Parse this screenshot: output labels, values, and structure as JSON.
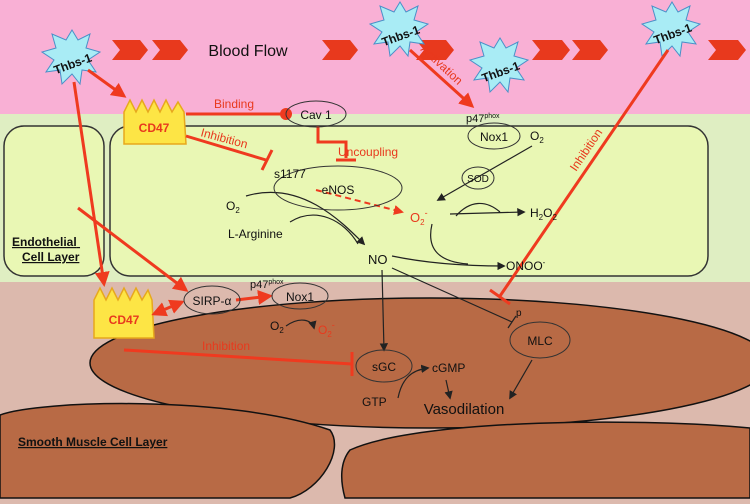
{
  "layers": {
    "endothelial": "Endothelial\nCell Layer",
    "smooth_muscle": "Smooth Muscle Cell Layer"
  },
  "blood_flow": "Blood Flow",
  "molecules": {
    "thbs1": "Thbs-1",
    "cd47": "CD47",
    "cav1": "Cav 1",
    "enos": "eNOS",
    "s1177": "s1177",
    "nox1": "Nox1",
    "p47phox": "p47",
    "phox": "phox",
    "o2": "O",
    "o2_sub": "2",
    "superoxide": "O",
    "sod": "SOD",
    "h2o2_h": "H",
    "h2o2_2": "2",
    "h2o2_o": "O",
    "l_arginine": "L-Arginine",
    "no": "NO",
    "onoo": "ONOO",
    "sirp": "SIRP-α",
    "sgc": "sGC",
    "cgmp": "cGMP",
    "gtp": "GTP",
    "mlc": "MLC",
    "p": "p",
    "vasodilation": "Vasodilation"
  },
  "relations": {
    "binding": "Binding",
    "inhibition": "Inhibition",
    "uncoupling": "Uncoupling",
    "activation": "Activation"
  },
  "colors": {
    "blood": "#f9b0d5",
    "endo_bg": "#dfeec2",
    "endo_cell": "#e9f7b4",
    "muscle_bg": "#dcb9ad",
    "muscle_cell": "#b86a45",
    "red": "#ef3a1f",
    "thbs_fill": "#a9ecf5",
    "cd47_fill": "#fde545"
  }
}
